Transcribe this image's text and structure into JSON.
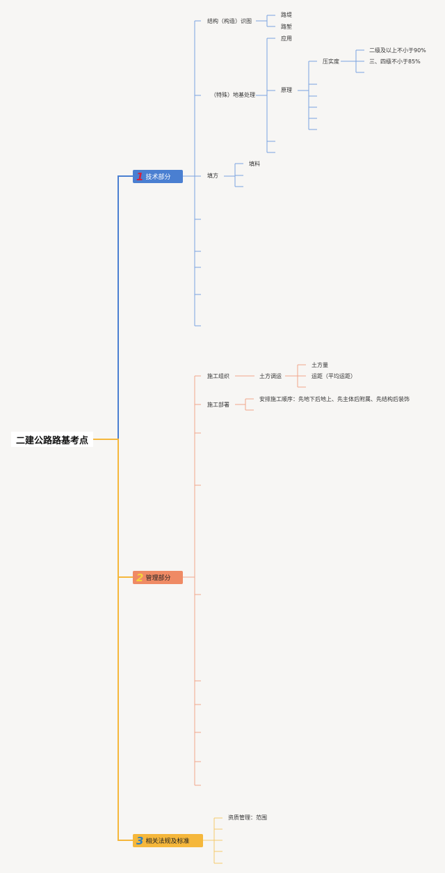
{
  "root": {
    "title": "二建公路路基考点"
  },
  "branches": [
    {
      "number": "1",
      "label": "技术部分",
      "color": "#4a7fd1",
      "number_color": "#d4213d",
      "nodes": {
        "structure": "结构（构造）识图",
        "embankment": "路堤",
        "cutting": "路堑",
        "foundation": "（特殊）地基处理",
        "application": "应用",
        "principle": "原理",
        "compaction": "压实度",
        "grade2": "二级及以上不小于90%",
        "grade34": "三、四级不小于85%",
        "fill": "填方",
        "fill_material": "填料"
      }
    },
    {
      "number": "2",
      "label": "管理部分",
      "color": "#ef8a64",
      "number_color": "#f5d33c",
      "nodes": {
        "organization": "施工组织",
        "earthwork": "土方调运",
        "earth_volume": "土方量",
        "haul_distance": "运距（平均运距）",
        "deployment": "施工部署",
        "sequence": "安排施工顺序：先地下后地上、先主体后附属、先结构后装饰"
      }
    },
    {
      "number": "3",
      "label": "相关法规及标准",
      "color": "#f5b73b",
      "number_color": "#2e7fc0",
      "nodes": {
        "qualification": "资质管理：范围"
      }
    }
  ]
}
